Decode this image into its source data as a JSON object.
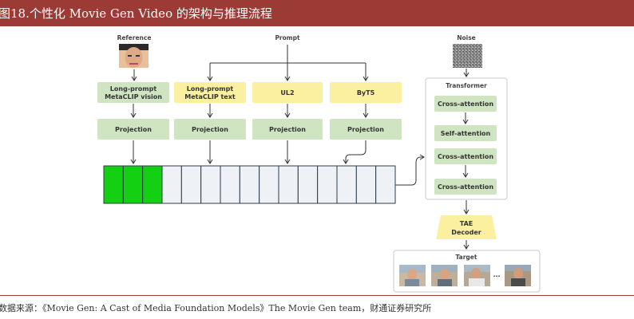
{
  "header": {
    "title": "图18.个性化 Movie Gen Video 的架构与推理流程",
    "color": "#9c3a36"
  },
  "diagram": {
    "captions": {
      "reference": "Reference",
      "prompt": "Prompt",
      "noise": "Noise",
      "transformer": "Transformer",
      "target": "Target",
      "ellipsis": "..."
    },
    "encoders": {
      "metaclip_vision": [
        "Long-prompt",
        "MetaCLIP vision"
      ],
      "metaclip_text": [
        "Long-prompt",
        "MetaCLIP text"
      ],
      "ul2": "UL2",
      "byt5": "ByT5"
    },
    "projection_label": "Projection",
    "transformer_layers": [
      "Cross-attention",
      "Self-attention",
      "Cross-attention",
      "Cross-attention"
    ],
    "decoder": [
      "TAE",
      "Decoder"
    ],
    "token_sequence": {
      "filled_tokens": 3,
      "total_tokens": 15
    },
    "colors": {
      "green_box": "#cfe5c1",
      "yellow_box": "#fbf0a0",
      "filled_token": "#13d013",
      "empty_token": "#eef1f6"
    }
  },
  "footer": {
    "source": "数据来源：《Movie Gen: A Cast of Media Foundation Models》The Movie Gen team，财通证券研究所"
  }
}
